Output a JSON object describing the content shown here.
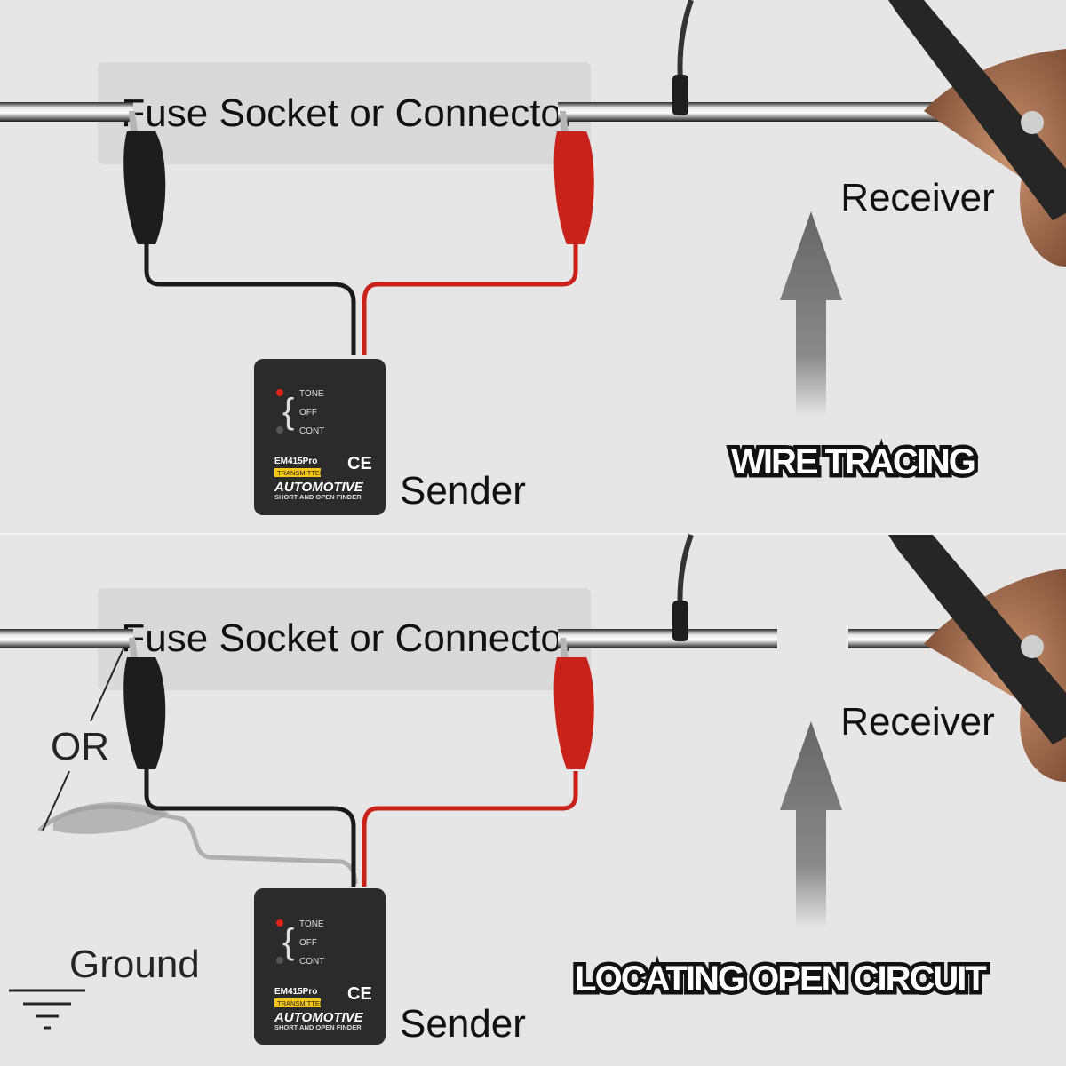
{
  "colors": {
    "background": "#e6e6e6",
    "label_box": "#d9d9d9",
    "red_lead": "#c8221a",
    "black_lead": "#1a1a1a",
    "device_body": "#2b2b2b",
    "transmitter_badge": "#f5c518",
    "arrow": "#6e6e6e"
  },
  "panels": [
    {
      "connector_label": "Fuse Socket or Connector",
      "receiver_label": "Receiver",
      "sender_label": "Sender",
      "caption": "WIRE TRACING",
      "device": {
        "mode_tone": "TONE",
        "mode_off": "OFF",
        "mode_cont": "CONT",
        "model": "EM415Pro",
        "badge": "TRANSMITTER",
        "brand": "AUTOMOTIVE",
        "subtitle": "SHORT AND OPEN FINDER",
        "mark": "CE"
      }
    },
    {
      "connector_label": "Fuse Socket or Connector",
      "receiver_label": "Receiver",
      "sender_label": "Sender",
      "caption": "LOCATING OPEN CIRCUIT",
      "or_label": "OR",
      "ground_label": "Ground",
      "device": {
        "mode_tone": "TONE",
        "mode_off": "OFF",
        "mode_cont": "CONT",
        "model": "EM415Pro",
        "badge": "TRANSMITTER",
        "brand": "AUTOMOTIVE",
        "subtitle": "SHORT AND OPEN FINDER",
        "mark": "CE"
      }
    }
  ]
}
